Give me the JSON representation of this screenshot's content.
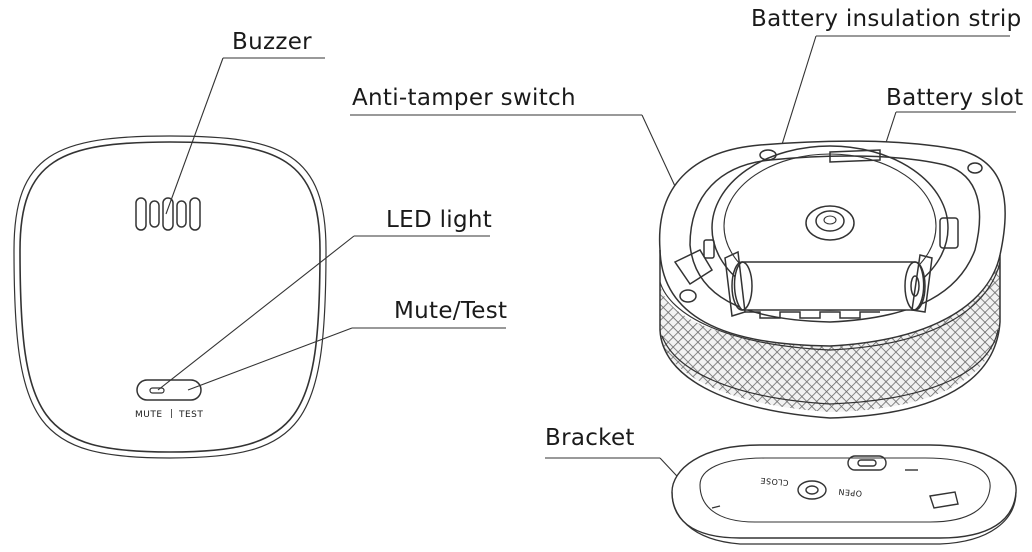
{
  "labels": {
    "buzzer": "Buzzer",
    "led_light": "LED light",
    "mute_test": "Mute/Test",
    "anti_tamper_switch": "Anti-tamper switch",
    "battery_insulation_strip": "Battery insulation strip",
    "battery_slot": "Battery slot",
    "bracket": "Bracket"
  },
  "button_caption": {
    "mute": "MUTE",
    "divider": "|",
    "test": "TEST"
  },
  "bracket_markings": {
    "open": "OPEN",
    "close": "CLOSE"
  }
}
